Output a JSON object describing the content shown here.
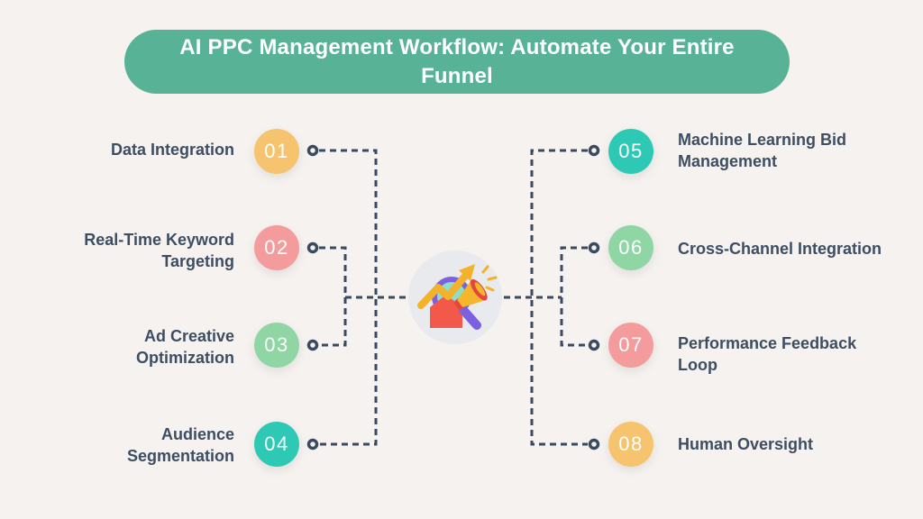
{
  "title": {
    "text": "AI PPC Management Workflow: Automate Your Entire Funnel",
    "background": "#58B295",
    "text_color": "#FFFFFF"
  },
  "canvas": {
    "background": "#F5F2EF",
    "label_text_color": "#3D4E63",
    "connector_line_color": "#3A4A61"
  },
  "center_icon": {
    "name": "ppc-analytics-3d-illustration",
    "background": "#E9EAEE",
    "parts": [
      "trend-arrow",
      "magnifying-glass",
      "megaphone",
      "home-shape"
    ]
  },
  "steps": {
    "left": [
      {
        "number": "01",
        "label": "Data Integration",
        "color": "#F6C46F"
      },
      {
        "number": "02",
        "label": "Real-Time Keyword Targeting",
        "color": "#F49C9D"
      },
      {
        "number": "03",
        "label": "Ad Creative Optimization",
        "color": "#90D6A4"
      },
      {
        "number": "04",
        "label": "Audience Segmentation",
        "color": "#2EC9B4"
      }
    ],
    "right": [
      {
        "number": "05",
        "label": "Machine Learning Bid Management",
        "color": "#2EC9B4"
      },
      {
        "number": "06",
        "label": "Cross-Channel Integration",
        "color": "#90D6A4"
      },
      {
        "number": "07",
        "label": "Performance Feedback Loop",
        "color": "#F49C9D"
      },
      {
        "number": "08",
        "label": "Human Oversight",
        "color": "#F6C46F"
      }
    ]
  }
}
